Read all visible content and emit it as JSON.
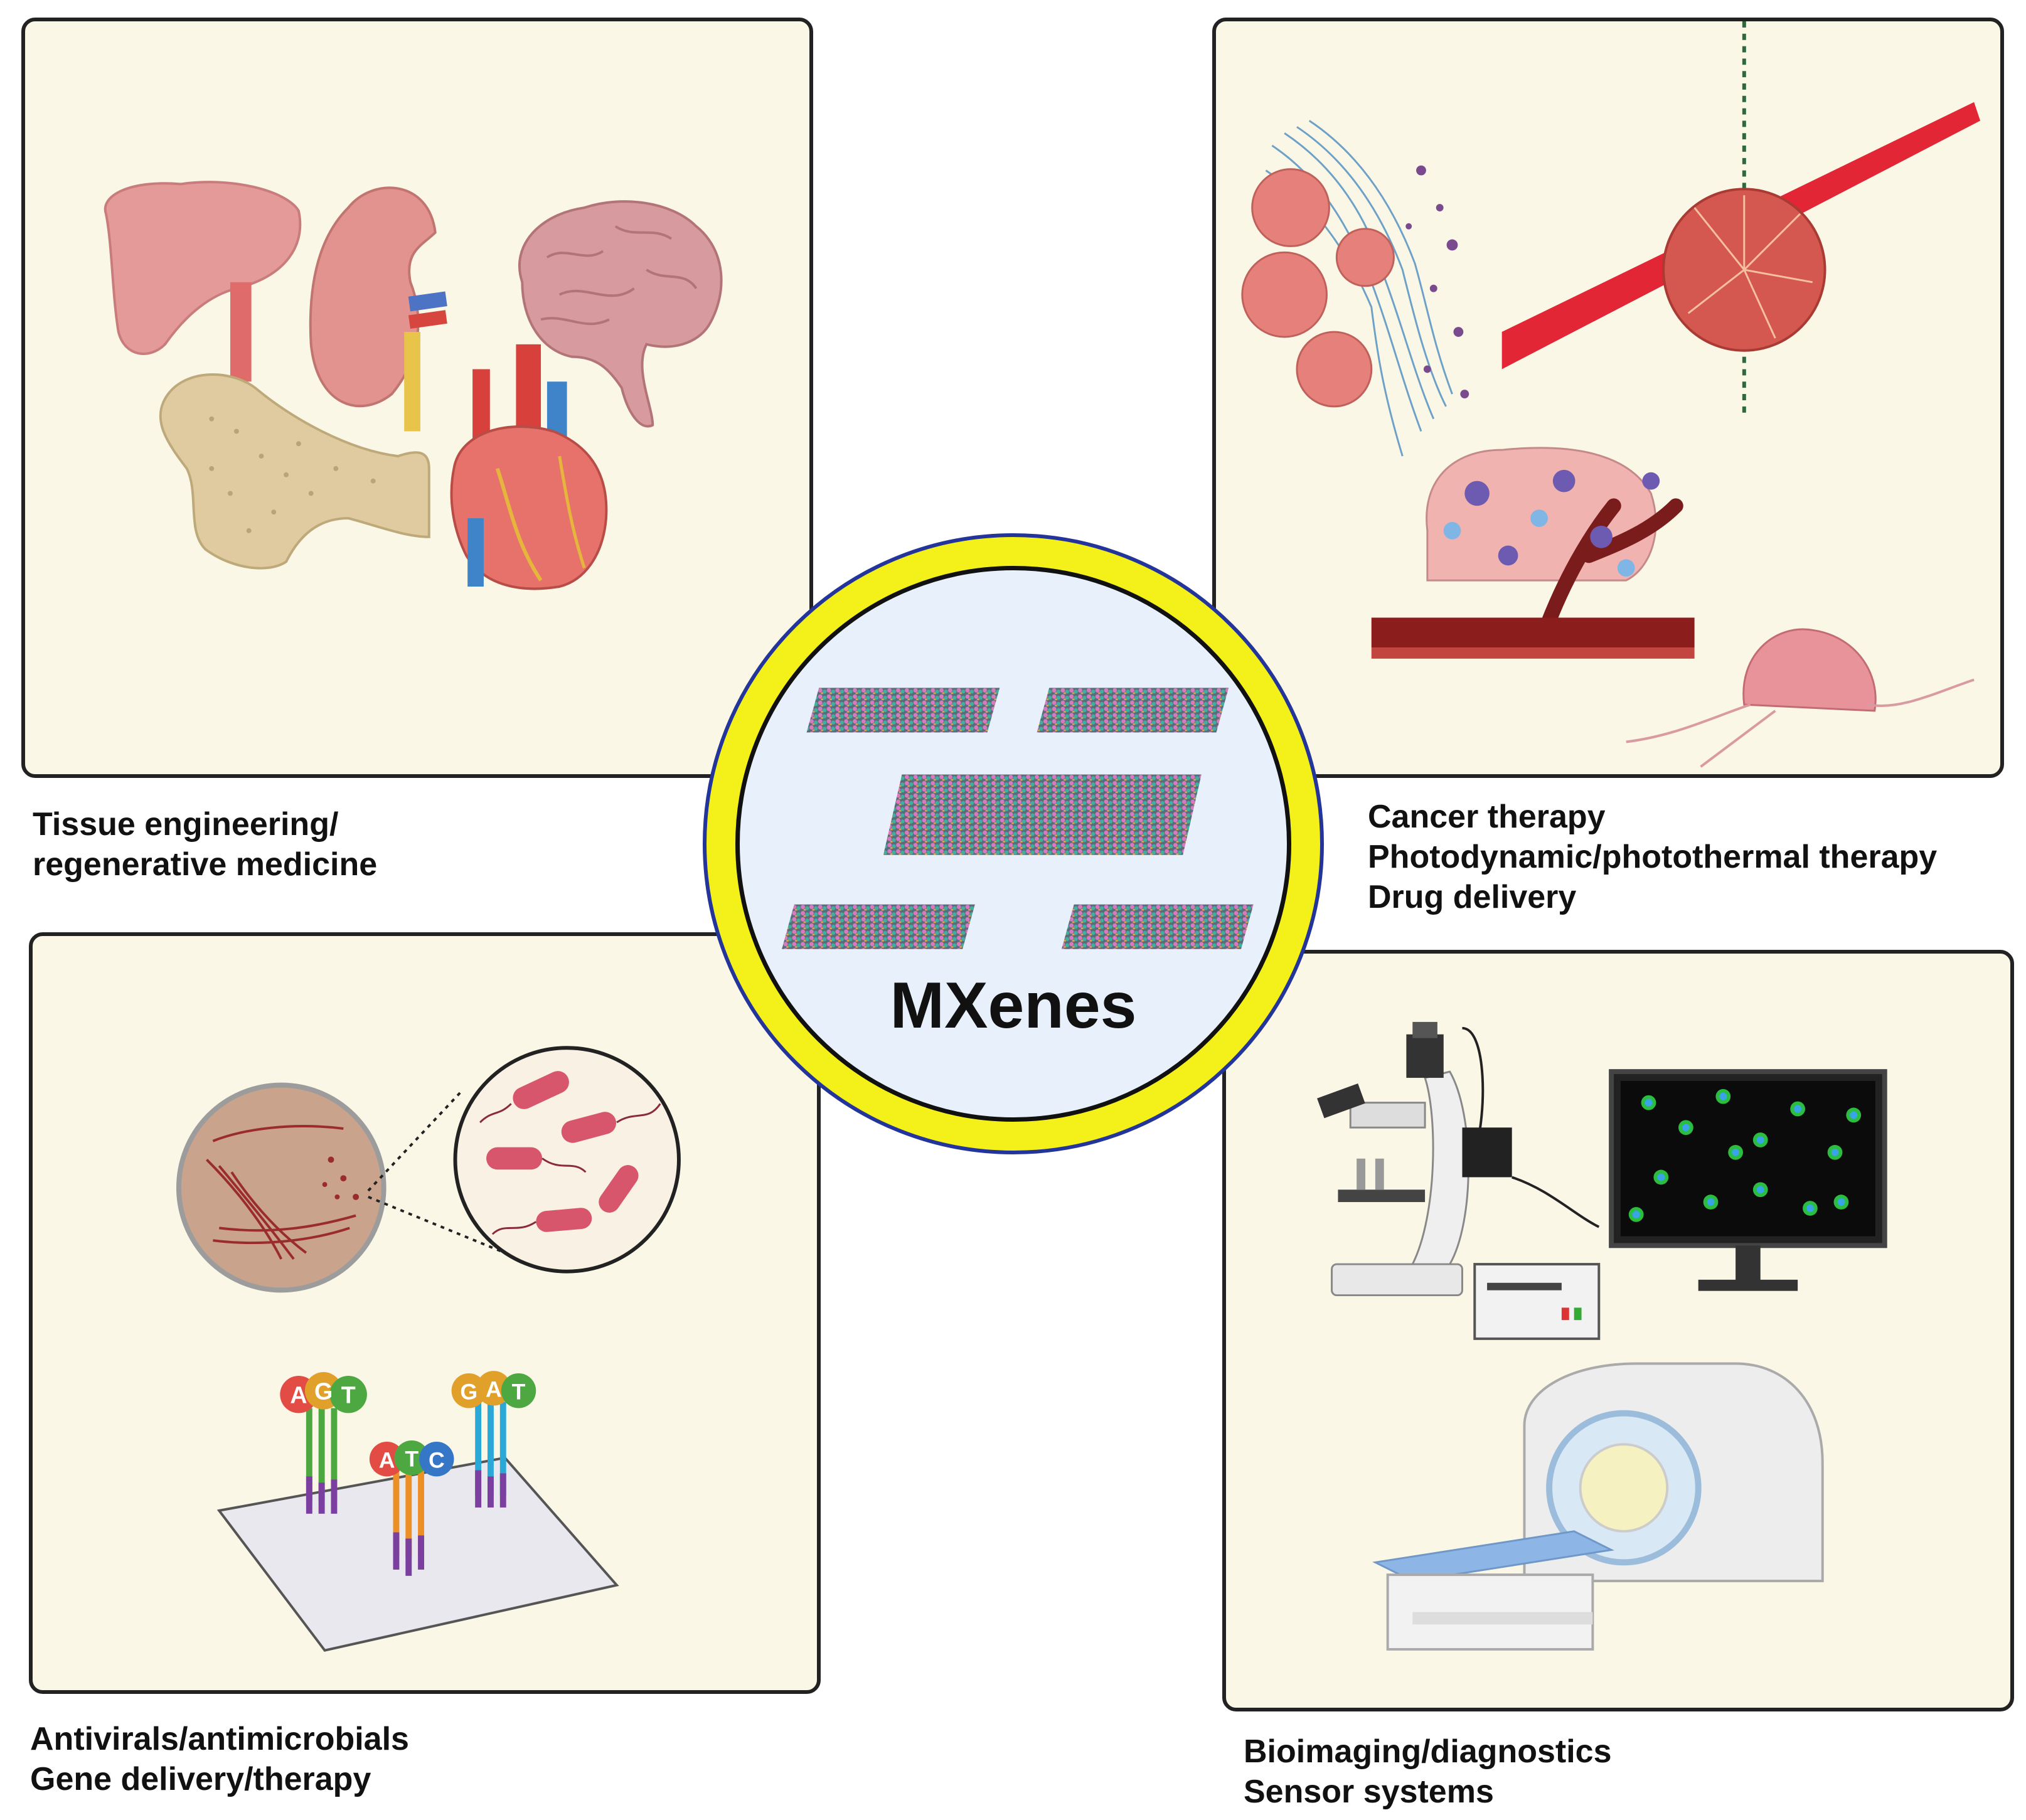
{
  "center": {
    "title": "MXenes"
  },
  "applications": {
    "top_left": {
      "lines": [
        "Tissue engineering/",
        "regenerative medicine"
      ]
    },
    "top_right": {
      "lines": [
        "Cancer therapy",
        "Photodynamic/photothermal therapy",
        "Drug delivery"
      ]
    },
    "bottom_left": {
      "lines": [
        "Antivirals/antimicrobials",
        "Gene delivery/therapy"
      ]
    },
    "bottom_right": {
      "lines": [
        "Bioimaging/diagnostics",
        "Sensor systems"
      ]
    }
  },
  "dna_probe_labels": {
    "probe1": [
      "A",
      "G",
      "T"
    ],
    "probe2": [
      "A",
      "T",
      "C"
    ],
    "probe3": [
      "G",
      "A",
      "T"
    ]
  },
  "colors": {
    "panel_bg": "#fbf7e6",
    "hub_ring": "#f4f11a",
    "hub_ring_border": "#23349a",
    "hub_inner": "#e8f1fb"
  }
}
